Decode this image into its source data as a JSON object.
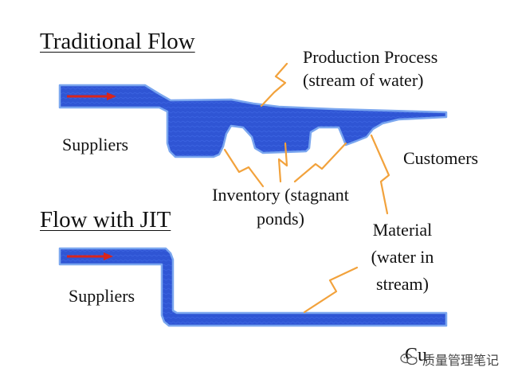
{
  "traditional": {
    "title": "Traditional Flow",
    "production_process_lines": [
      "Production Process",
      "(stream of water)"
    ],
    "suppliers": "Suppliers",
    "customers": "Customers",
    "inventory_lines": [
      "Inventory (stagnant",
      "ponds)"
    ]
  },
  "jit": {
    "title": "Flow with JIT",
    "suppliers": "Suppliers",
    "material_lines": [
      "Material",
      "(water in",
      "stream)"
    ],
    "customers_partial": "Cu"
  },
  "watermark": {
    "text": "质量管理笔记",
    "icon": "wechat-icon"
  },
  "colors": {
    "water": "#2f55d4",
    "water_outline": "#7aa6ef",
    "arrow_red": "#d8251b",
    "annotation_orange": "#f2a23c"
  }
}
